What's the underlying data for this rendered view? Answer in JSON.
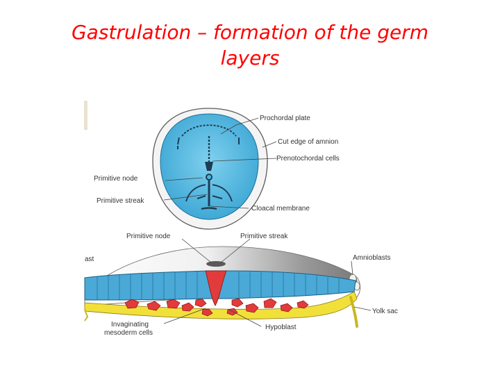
{
  "slide": {
    "title_line1": "Gastrulation – formation of the germ",
    "title_line2": "layers"
  },
  "top_figure": {
    "labels": {
      "prochordal_plate": "Prochordal plate",
      "cut_edge_of_amnion": "Cut edge of amnion",
      "prenotochordal_cells": "Prenotochordal cells",
      "primitive_node": "Primitive node",
      "primitive_streak": "Primitive streak",
      "cloacal_membrane": "Cloacal membrane"
    }
  },
  "bottom_figure": {
    "labels": {
      "primitive_node": "Primitive node",
      "primitive_streak": "Primitive streak",
      "epiblast_partial": "ast",
      "amnioblasts": "Amnioblasts",
      "yolk_sac": "Yolk sac",
      "hypoblast": "Hypoblast",
      "invaginating_line1": "Invaginating",
      "invaginating_line2": "mesoderm cells"
    }
  },
  "colors": {
    "title": "#ff0000",
    "embryonic_disc": "#4db8e0",
    "epiblast": "#4aa9d6",
    "mesoderm": "#e23b3b",
    "hypoblast": "#f2e03a",
    "amnion_shadow": "#8a8a8a"
  }
}
